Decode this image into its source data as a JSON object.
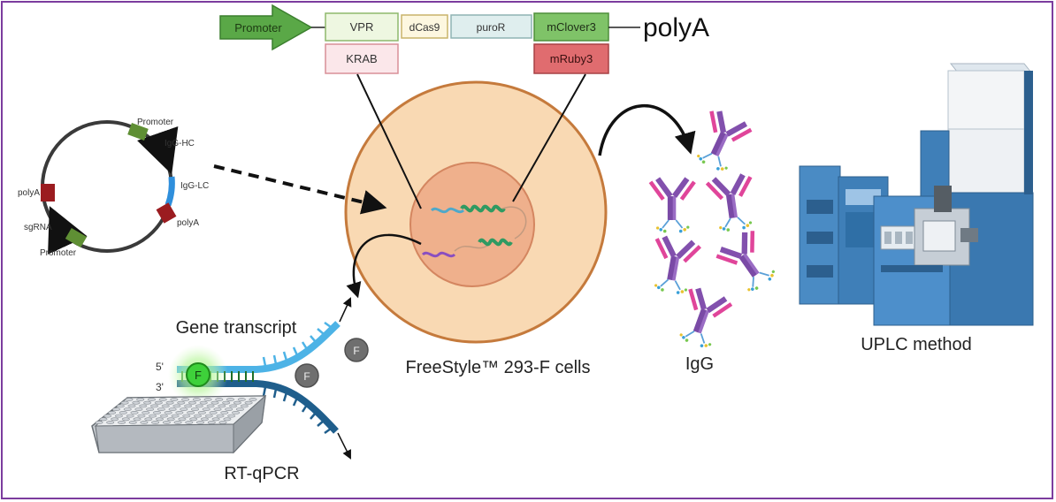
{
  "construct": {
    "promoter": "Promoter",
    "vpr": "VPR",
    "krab": "KRAB",
    "dcas9": "dCas9",
    "puror": "puroR",
    "mclover3": "mClover3",
    "mruby3": "mRuby3",
    "polya": "polyA"
  },
  "plasmid": {
    "promoter_top": "Promoter",
    "igg_hc": "IgG-HC",
    "igg_lc": "IgG-LC",
    "polya_right": "polyA",
    "polya_left": "polyA",
    "sgrna": "sgRNA",
    "promoter_bottom": "Promoter"
  },
  "cell": {
    "label": "FreeStyle™ 293-F cells"
  },
  "products": {
    "igg_label": "IgG",
    "uplc_label": "UPLC method"
  },
  "qpcr": {
    "gene_transcript": "Gene transcript",
    "five_prime": "5'",
    "three_prime": "3'",
    "fluor": "F",
    "label": "RT-qPCR"
  },
  "colors": {
    "border": "#7c3c9e",
    "promoter_green": "#5aa847",
    "vpr_fill": "#eef7e1",
    "krab_fill": "#fbe7ea",
    "dcas9_fill": "#fdf7e0",
    "puror_fill": "#dfeeee",
    "mclover3_fill": "#7fc368",
    "mruby3_fill": "#e06c6f",
    "cell": "#f9d9b3",
    "nucleus": "#efb08c",
    "antibody": "#8250ad",
    "uplc": "#3f7fb8"
  }
}
